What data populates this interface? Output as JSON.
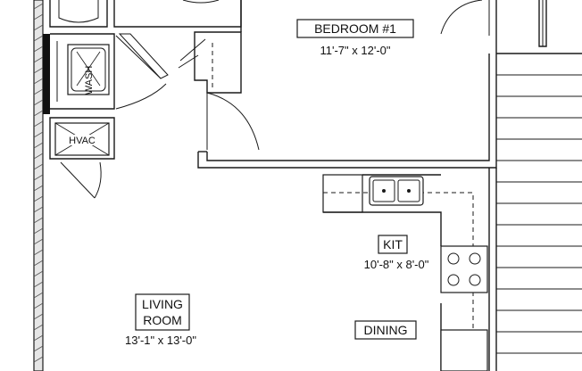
{
  "rooms": {
    "bedroom": {
      "name": "BEDROOM #1",
      "dimensions": "11'-7\" x 12'-0\""
    },
    "kitchen": {
      "name": "KIT",
      "dimensions": "10'-8\" x 8'-0\""
    },
    "living": {
      "name_line1": "LIVING",
      "name_line2": "ROOM",
      "dimensions": "13'-1\" x 13'-0\""
    },
    "dining": {
      "name": "DINING"
    }
  },
  "appliances": {
    "washer": "WASH",
    "hvac": "HVAC"
  }
}
